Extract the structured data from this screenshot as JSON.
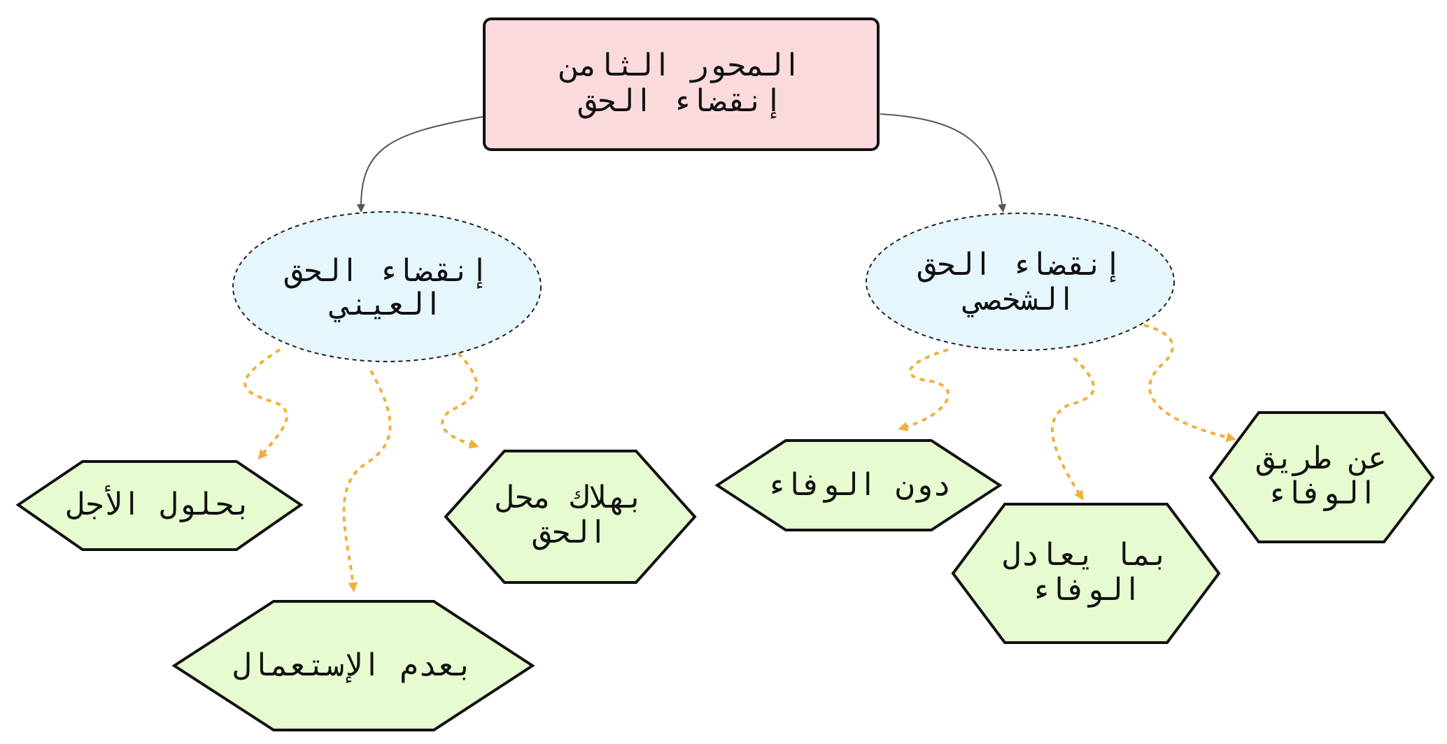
{
  "root": {
    "lines": [
      "المحور الثامن",
      "إنقضاء الحق"
    ],
    "fill": "#fadadd",
    "stroke": "#111111"
  },
  "branches": [
    {
      "id": "personal",
      "lines": [
        "إنقضاء الحق",
        "الشخصي"
      ],
      "fill": "#e6f6fd",
      "children": [
        {
          "id": "payment",
          "lines": [
            "عن طريق",
            "الوفاء"
          ]
        },
        {
          "id": "equivalent",
          "lines": [
            "بما يعادل",
            "الوفاء"
          ]
        },
        {
          "id": "without-payment",
          "lines": [
            "دون الوفاء"
          ]
        }
      ]
    },
    {
      "id": "real",
      "lines": [
        "إنقضاء الحق",
        "العيني"
      ],
      "fill": "#e6f6fd",
      "children": [
        {
          "id": "destruction",
          "lines": [
            "بهلاك محل",
            "الحق"
          ]
        },
        {
          "id": "non-use",
          "lines": [
            "بعدم الإستعمال"
          ]
        },
        {
          "id": "term",
          "lines": [
            "بحلول الأجل"
          ]
        }
      ]
    }
  ],
  "colors": {
    "hexagon_fill": "#e6fbcf",
    "hexagon_stroke": "#111111",
    "dotted_connector": "#f1b03c",
    "solid_connector": "#555555"
  }
}
